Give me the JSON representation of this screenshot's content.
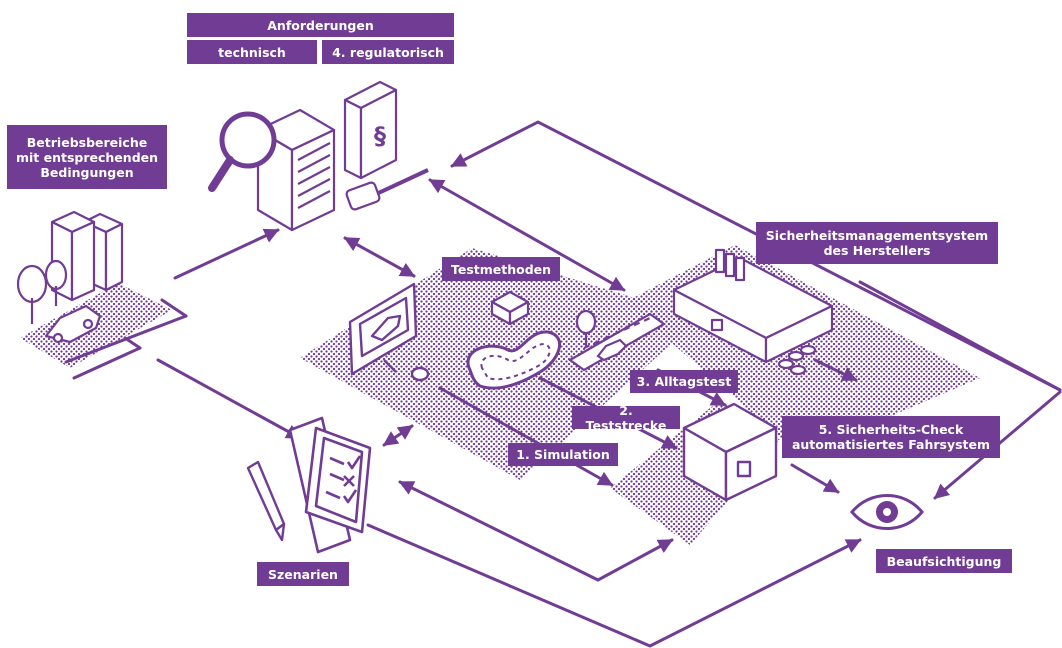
{
  "colors": {
    "accent": "#713c93",
    "background": "#ffffff"
  },
  "labels": {
    "anforderungen": "Anforderungen",
    "technisch": "technisch",
    "regulatorisch": "4. regulatorisch",
    "betriebsbereiche": [
      "Betriebsbereiche",
      "mit entsprechenden",
      "Bedingungen"
    ],
    "testmethoden": "Testmethoden",
    "sicherheitsmanagement": [
      "Sicherheitsmanagementsystem",
      "des Herstellers"
    ],
    "alltagstest": "3. Alltagstest",
    "teststrecke": "2. Teststrecke",
    "simulation": "1. Simulation",
    "sicherheitscheck": [
      "5. Sicherheits-Check",
      "automatisiertes Fahrsystem"
    ],
    "szenarien": "Szenarien",
    "beaufsichtigung": "Beaufsichtigung"
  },
  "icons": [
    "magnifier-icon",
    "server-icon",
    "law-book-icon",
    "gavel-icon",
    "office-buildings-icon",
    "tree-icon",
    "car-icon",
    "monitor-icon",
    "test-track-icon",
    "box-icon",
    "street-icon",
    "factory-icon",
    "test-center-icon",
    "clipboard-icon",
    "pencil-icon",
    "eye-icon"
  ]
}
